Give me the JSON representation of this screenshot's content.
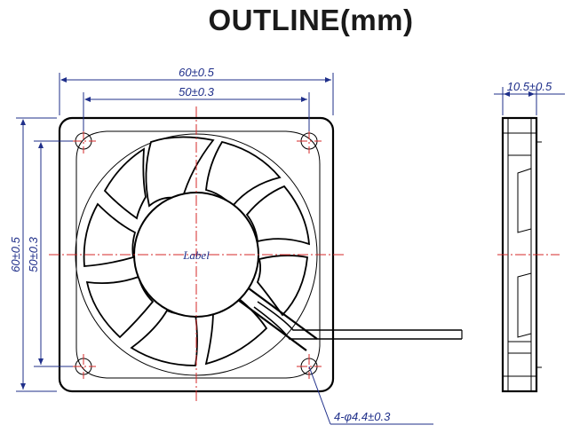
{
  "title": "OUTLINE(mm)",
  "dimensions": {
    "overall_width": "60±0.5",
    "hole_spacing_width": "50±0.3",
    "overall_height": "60±0.5",
    "hole_spacing_height": "50±0.3",
    "thickness": "10.5±0.5",
    "mounting_holes": "4-φ4.4±0.3"
  },
  "hub_label": "Label",
  "colors": {
    "outline": "#000000",
    "dimension": "#1f2f8a",
    "centerline": "#d42a2a"
  }
}
